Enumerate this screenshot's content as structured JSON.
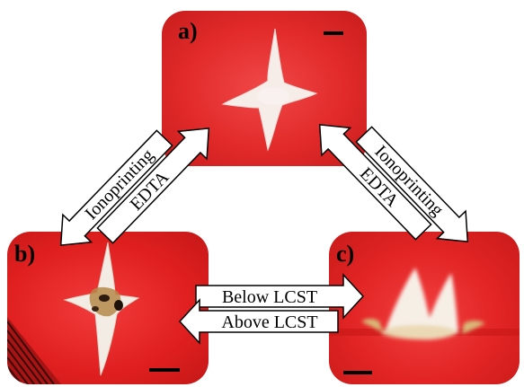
{
  "panels": {
    "a": {
      "label": "a)"
    },
    "b": {
      "label": "b)"
    },
    "c": {
      "label": "c)"
    }
  },
  "arrows": {
    "left_down": "Ionoprinting",
    "left_up": "EDTA",
    "right_down": "Ionoprinting",
    "right_up": "EDTA",
    "bottom_right": "Below LCST",
    "bottom_left": "Above LCST"
  },
  "colors": {
    "panel_red": "#e22a2a",
    "arrow_fill": "#ffffff",
    "arrow_stroke": "#000000"
  }
}
